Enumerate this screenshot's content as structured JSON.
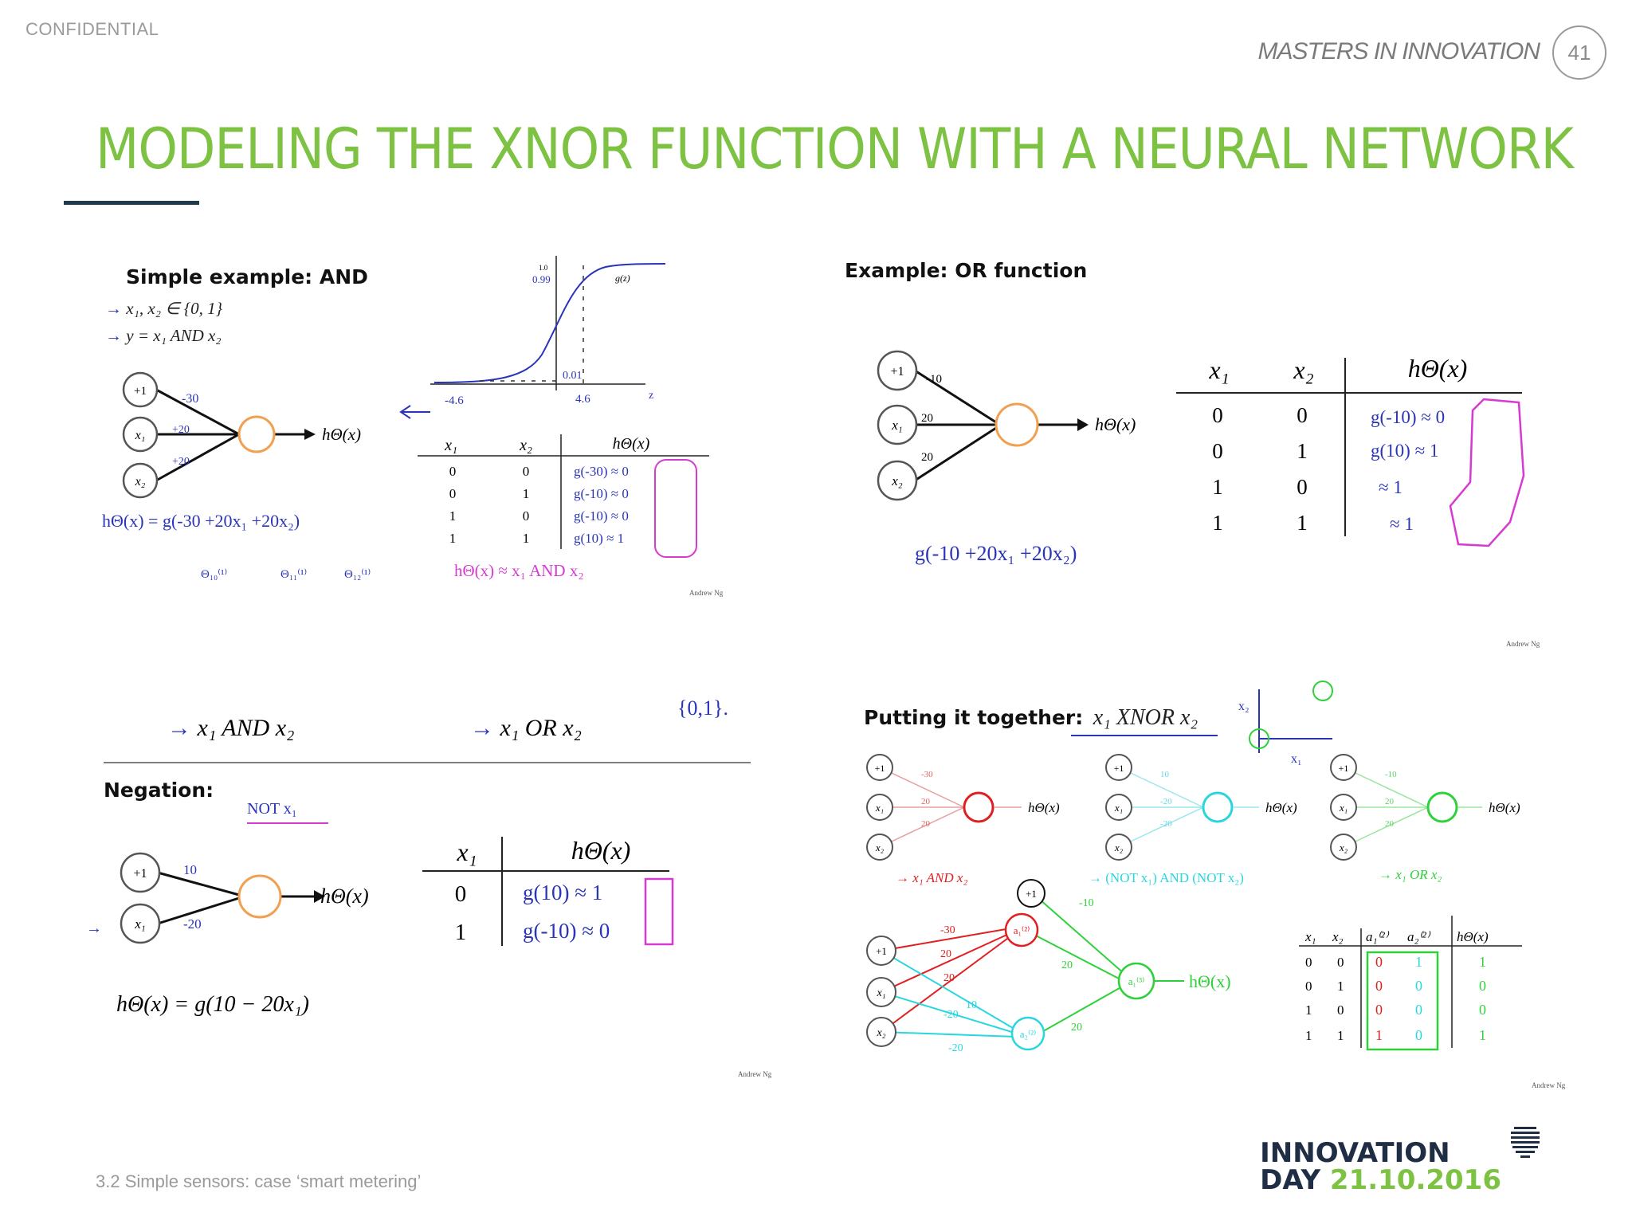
{
  "header": {
    "confidential": "CONFIDENTIAL",
    "brand": "MASTERS IN INNOVATION",
    "page_number": "41"
  },
  "slide": {
    "title": "MODELING THE XNOR FUNCTION WITH A NEURAL NETWORK"
  },
  "panel_and": {
    "heading": "Simple example: AND",
    "line1": "x₁, x₂ ∈ {0, 1}",
    "line2": "y = x₁ AND x₂",
    "node_bias": "+1",
    "node_x1": "x₁",
    "node_x2": "x₂",
    "w0": "-30",
    "w1": "+20",
    "w2": "+20",
    "output": "hΘ(x)",
    "formula": "hΘ(x) = g(-30 +20x₁ +20x₂)",
    "theta_labels": [
      "Θ₁₀⁽¹⁾",
      "Θ₁₁⁽¹⁾",
      "Θ₁₂⁽¹⁾"
    ],
    "sigmoid_label": "g(z)",
    "sigmoid_axis_z": "z",
    "sigmoid_ticks": [
      "-4.6",
      "4.6"
    ],
    "sigmoid_y_labels": [
      "1.0",
      "0.99",
      "0.01"
    ],
    "table_headers": [
      "x₁",
      "x₂",
      "hΘ(x)"
    ],
    "table_rows": [
      [
        "0",
        "0",
        "g(-30) ≈ 0"
      ],
      [
        "0",
        "1",
        "g(-10) ≈ 0"
      ],
      [
        "1",
        "0",
        "g(-10) ≈ 0"
      ],
      [
        "1",
        "1",
        "g(10) ≈ 1"
      ]
    ],
    "conclusion": "hΘ(x) ≈ x₁ AND x₂",
    "credit": "Andrew Ng"
  },
  "panel_or": {
    "heading": "Example: OR function",
    "node_bias": "+1",
    "node_x1": "x₁",
    "node_x2": "x₂",
    "w0": "-10",
    "w1": "20",
    "w2": "20",
    "output": "hΘ(x)",
    "formula": "g(-10 +20x₁ +20x₂)",
    "table_headers": [
      "x₁",
      "x₂",
      "hΘ(x)"
    ],
    "table_rows": [
      [
        "0",
        "0",
        "g(-10) ≈ 0"
      ],
      [
        "0",
        "1",
        "g(10) ≈ 1"
      ],
      [
        "1",
        "0",
        "≈ 1"
      ],
      [
        "1",
        "1",
        "≈ 1"
      ]
    ],
    "credit": "Andrew Ng"
  },
  "panel_not": {
    "line_and": "x₁ AND x₂",
    "line_or": "x₁ OR x₂",
    "set_note": "{0,1}.",
    "heading": "Negation:",
    "not_note": "NOT x₁",
    "node_bias": "+1",
    "node_x1": "x₁",
    "w0": "10",
    "w1": "-20",
    "output": "hΘ(x)",
    "table_headers": [
      "x₁",
      "hΘ(x)"
    ],
    "table_rows": [
      [
        "0",
        "g(10) ≈ 1"
      ],
      [
        "1",
        "g(-10) ≈ 0"
      ]
    ],
    "formula": "hΘ(x) = g(10 − 20x₁)",
    "credit": "Andrew Ng"
  },
  "panel_xnor": {
    "heading_bold": "Putting it together:",
    "heading_math": "x₁ XNOR x₂",
    "axis_x": "x₁",
    "axis_y": "x₂",
    "net1": {
      "bias": "+1",
      "x1": "x₁",
      "x2": "x₂",
      "w": [
        "-30",
        "20",
        "20"
      ],
      "out": "hΘ(x)",
      "caption": "x₁ AND x₂"
    },
    "net2": {
      "bias": "+1",
      "x1": "x₁",
      "x2": "x₂",
      "w": [
        "10",
        "-20",
        "-20"
      ],
      "out": "hΘ(x)",
      "caption": "(NOT x₁) AND (NOT x₂)"
    },
    "net3": {
      "bias": "+1",
      "x1": "x₁",
      "x2": "x₂",
      "w": [
        "-10",
        "20",
        "20"
      ],
      "out": "hΘ(x)",
      "caption": "x₁ OR x₂"
    },
    "combined": {
      "bias": "+1",
      "x1": "x₁",
      "x2": "x₂",
      "hidden_bias": "+1",
      "a1": "a₁⁽²⁾",
      "a2": "a₂⁽²⁾",
      "a3": "a₁⁽³⁾",
      "out": "hΘ(x)",
      "red_w": [
        "-30",
        "20",
        "20"
      ],
      "cyan_w": [
        "10",
        "-20",
        "-20"
      ],
      "green_w": [
        "-10",
        "20",
        "20"
      ]
    },
    "table_headers": [
      "x₁",
      "x₂",
      "a₁⁽²⁾",
      "a₂⁽²⁾",
      "hΘ(x)"
    ],
    "table_rows": [
      [
        "0",
        "0",
        "0",
        "1",
        "1"
      ],
      [
        "0",
        "1",
        "0",
        "0",
        "0"
      ],
      [
        "1",
        "0",
        "0",
        "0",
        "0"
      ],
      [
        "1",
        "1",
        "1",
        "0",
        "1"
      ]
    ],
    "credit": "Andrew Ng"
  },
  "footer": {
    "section": "3.2 Simple sensors: case ‘smart metering’",
    "logo_line1": "INNOVATION",
    "logo_line2_a": "DAY",
    "logo_line2_b": "21.10.2016"
  },
  "colors": {
    "accent_green": "#7dc242",
    "navy": "#1f3a4d",
    "ink_blue": "#2a34b8",
    "ink_magenta": "#d63ad0",
    "orange_node": "#f0a050",
    "red": "#e02020",
    "cyan": "#29d6e0",
    "green": "#2fd13a"
  }
}
